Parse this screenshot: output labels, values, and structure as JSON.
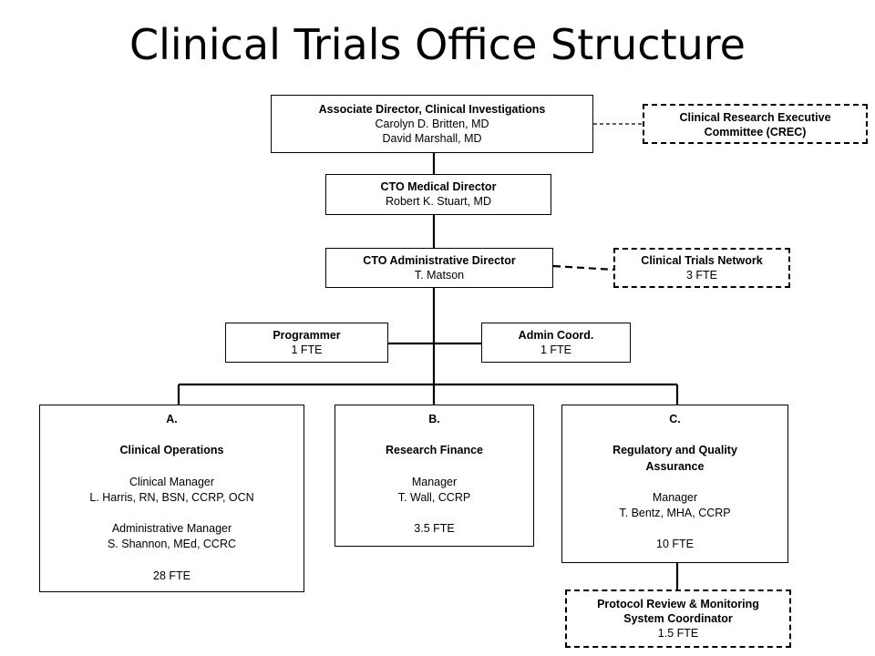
{
  "title": "Clinical Trials Office Structure",
  "boxes": {
    "assoc_director": {
      "title": "Associate Director, Clinical Investigations",
      "line1": "Carolyn D. Britten, MD",
      "line2": "David Marshall, MD"
    },
    "crec": {
      "line1": "Clinical Research Executive",
      "line2": "Committee (CREC)"
    },
    "medical_director": {
      "title": "CTO Medical Director",
      "line1": "Robert K. Stuart, MD"
    },
    "admin_director": {
      "title": "CTO Administrative Director",
      "line1": "T. Matson"
    },
    "trials_network": {
      "title": "Clinical Trials Network",
      "line1": "3 FTE"
    },
    "programmer": {
      "title": "Programmer",
      "line1": "1 FTE"
    },
    "admin_coord": {
      "title": "Admin Coord.",
      "line1": "1 FTE"
    },
    "clinical_ops": {
      "letter": "A.",
      "title": "Clinical Operations",
      "role1": "Clinical Manager",
      "name1": "L. Harris, RN, BSN, CCRP, OCN",
      "role2": "Administrative Manager",
      "name2": "S. Shannon, MEd, CCRC",
      "fte": "28 FTE"
    },
    "research_finance": {
      "letter": "B.",
      "title": "Research Finance",
      "role1": "Manager",
      "name1": "T. Wall, CCRP",
      "fte": "3.5 FTE"
    },
    "regulatory": {
      "letter": "C.",
      "title1": "Regulatory and Quality",
      "title2": "Assurance",
      "role1": "Manager",
      "name1": "T. Bentz, MHA, CCRP",
      "fte": "10 FTE"
    },
    "protocol_review": {
      "title1": "Protocol Review & Monitoring",
      "title2": "System Coordinator",
      "fte": "1.5 FTE"
    }
  }
}
